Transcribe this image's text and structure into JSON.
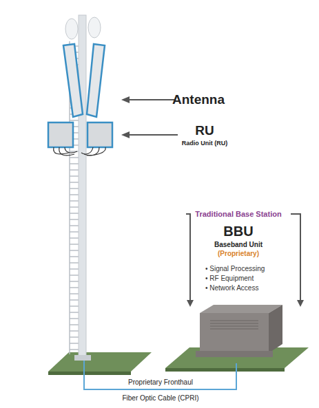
{
  "diagram": {
    "labels": [
      "Antenna",
      "RU",
      "Radio Unit (RU)",
      "Traditional Base Station",
      "BBU",
      "Baseband Unit",
      "(Proprietary)",
      "• Signal Processing",
      "• RF Equipment",
      "• Network Access",
      "Proprietary Fronthaul",
      "Fiber Optic Cable (CPRI)"
    ]
  }
}
